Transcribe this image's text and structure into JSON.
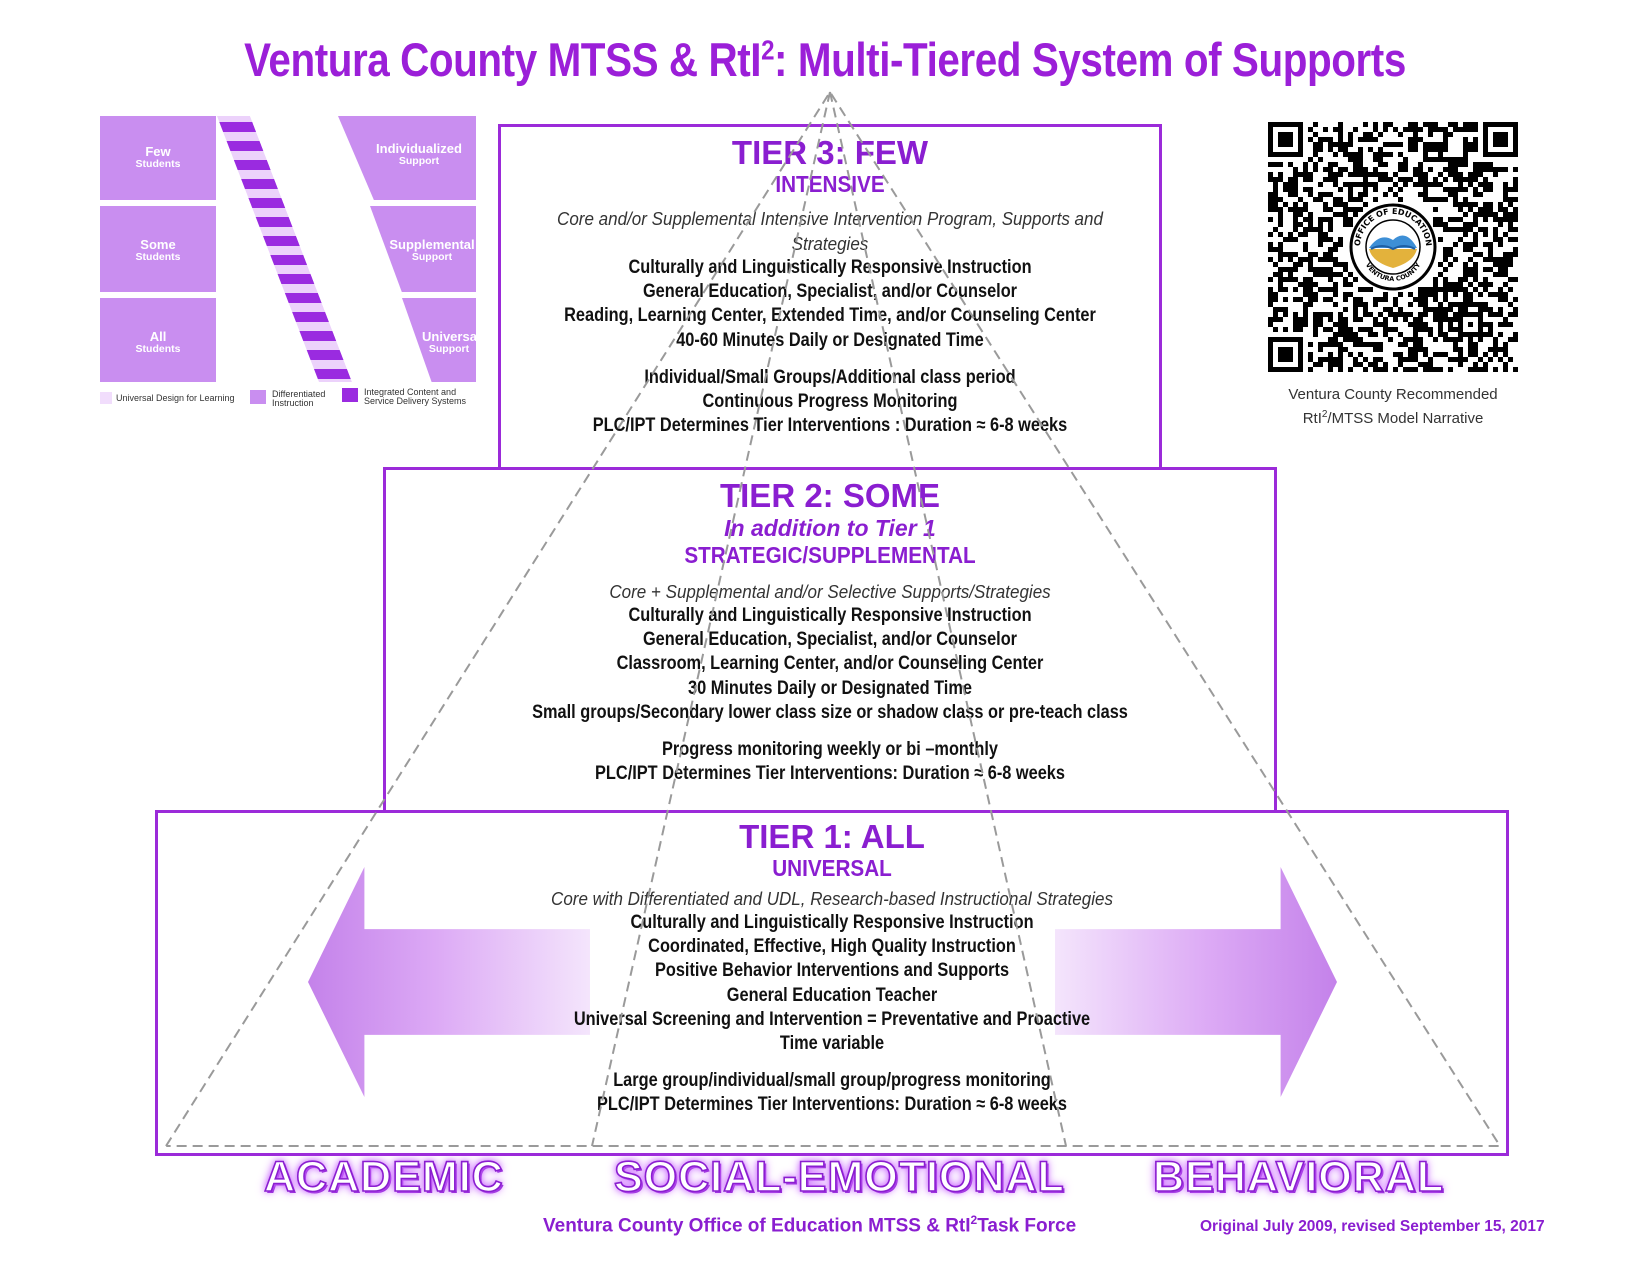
{
  "title": {
    "main": "Ventura County MTSS & RtI",
    "sup": "2",
    "rest": ": Multi-Tiered System of Supports"
  },
  "mini_graphic": {
    "left_cells": [
      {
        "main": "Few",
        "sub": "Students"
      },
      {
        "main": "Some",
        "sub": "Students"
      },
      {
        "main": "All",
        "sub": "Students"
      }
    ],
    "right_cells": [
      {
        "main": "Individualized",
        "sub": "Support"
      },
      {
        "main": "Supplemental",
        "sub": "Support"
      },
      {
        "main": "Universal",
        "sub": "Support"
      }
    ],
    "legend": [
      {
        "label": "Universal Design for Learning",
        "color": "#f1ddfc"
      },
      {
        "label": "Differentiated Instruction",
        "color": "#c98ef0"
      },
      {
        "label": "Integrated Content and Service Delivery Systems",
        "color": "#9a2be0"
      }
    ]
  },
  "qr": {
    "seal_top": "OFFICE OF EDUCATION",
    "seal_bottom": "VENTURA COUNTY",
    "caption_line1": "Ventura County Recommended",
    "caption_line2_a": "RtI",
    "caption_line2_sup": "2",
    "caption_line2_b": "/MTSS Model Narrative"
  },
  "tier3": {
    "title": "TIER 3: FEW",
    "subtitle": "INTENSIVE",
    "intro": "Core and/or Supplemental Intensive Intervention Program, Supports and Strategies",
    "lines": [
      "Culturally and Linguistically Responsive Instruction",
      "General Education, Specialist, and/or Counselor",
      "Reading, Learning Center, Extended Time, and/or Counseling Center",
      "40-60 Minutes Daily or Designated Time"
    ],
    "lines2": [
      "Individual/Small Groups/Additional class period",
      "Continuous Progress Monitoring",
      "PLC/IPT Determines Tier Interventions : Duration ≈ 6-8 weeks"
    ]
  },
  "tier2": {
    "title": "TIER 2: SOME",
    "subtitle_italic": "In addition to Tier 1",
    "subtitle": "STRATEGIC/SUPPLEMENTAL",
    "intro": "Core + Supplemental and/or Selective Supports/Strategies",
    "lines": [
      "Culturally and Linguistically Responsive Instruction",
      "General Education, Specialist, and/or Counselor",
      "Classroom, Learning Center, and/or Counseling Center",
      "30 Minutes Daily or Designated Time",
      "Small groups/Secondary lower class size or shadow class or pre-teach class"
    ],
    "lines2": [
      "Progress monitoring weekly or bi –monthly",
      "PLC/IPT Determines Tier Interventions: Duration ≈ 6-8 weeks"
    ]
  },
  "tier1": {
    "title": "TIER 1: ALL",
    "subtitle": "UNIVERSAL",
    "intro": "Core with Differentiated and UDL, Research-based Instructional Strategies",
    "lines": [
      "Culturally and Linguistically Responsive Instruction",
      "Coordinated, Effective, High Quality Instruction",
      "Positive Behavior Interventions and Supports",
      "General Education Teacher",
      "Universal Screening and Intervention = Preventative and Proactive",
      "Time variable"
    ],
    "lines2": [
      "Large group/individual/small group/progress monitoring",
      "PLC/IPT Determines Tier Interventions: Duration ≈ 6-8 weeks"
    ]
  },
  "domains": {
    "academic": "ACADEMIC",
    "social": "SOCIAL-EMOTIONAL",
    "behavioral": "BEHAVIORAL"
  },
  "footer": {
    "credit_a": "Ventura County Office of Education MTSS & RtI",
    "credit_sup": "2",
    "credit_b": "Task Force",
    "date": "Original July 2009, revised September 15, 2017"
  },
  "colors": {
    "brand_purple": "#9b1fd8",
    "box_border": "#9b2ad9",
    "mini_cell": "#c98ef0",
    "stripe_dark": "#9a2be0",
    "stripe_light": "#f1ddfc"
  }
}
